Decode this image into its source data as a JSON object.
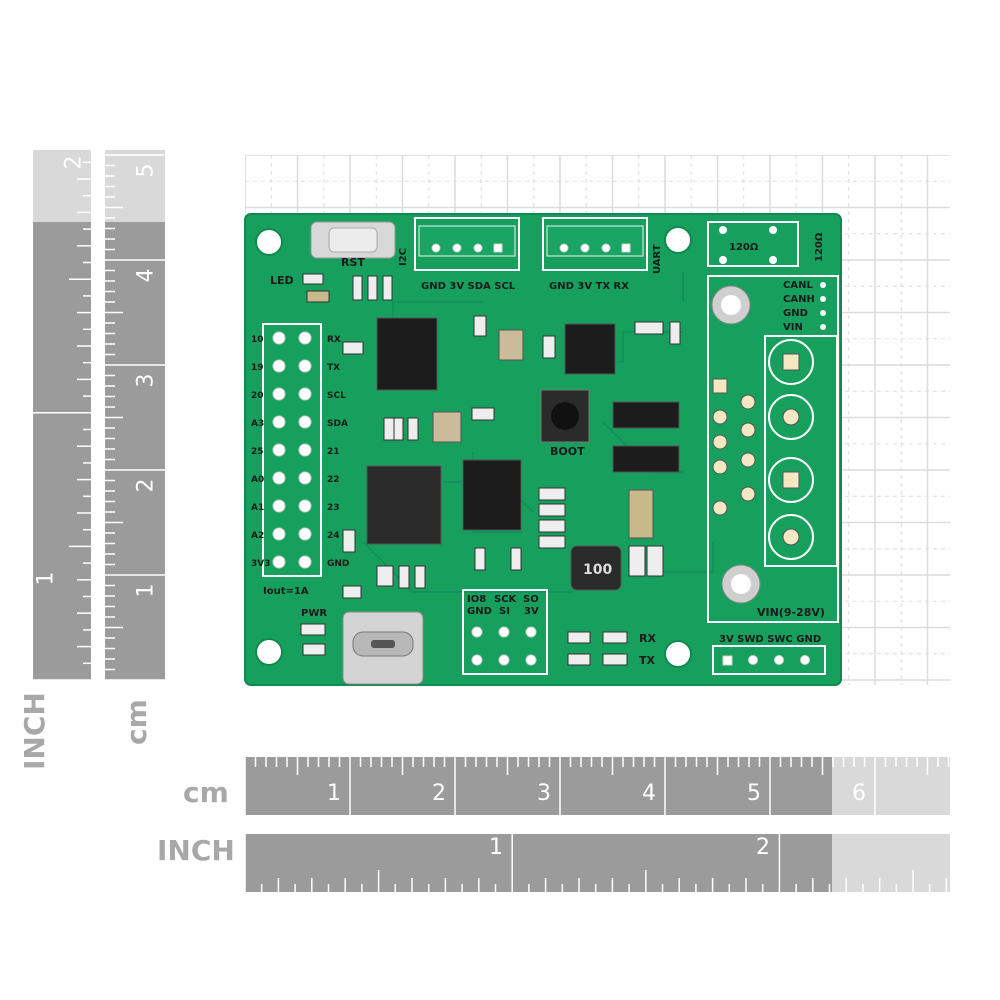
{
  "rulers": {
    "vertical_inch": {
      "label": "INCH",
      "numbers": [
        "1",
        "2"
      ]
    },
    "vertical_cm": {
      "label": "cm",
      "numbers": [
        "1",
        "2",
        "3",
        "4",
        "5"
      ]
    },
    "horizontal_cm": {
      "label": "cm",
      "numbers": [
        "1",
        "2",
        "3",
        "4",
        "5",
        "6"
      ]
    },
    "horizontal_inch": {
      "label": "INCH",
      "numbers": [
        "1",
        "2"
      ]
    }
  },
  "board": {
    "color": "#17a05d",
    "top_left": {
      "rst": "RST",
      "led": "LED"
    },
    "i2c": {
      "header": "I2C",
      "pins": "GND 3V SDA SCL"
    },
    "uart": {
      "header": "UART",
      "pins": "GND 3V TX RX"
    },
    "terminator": "120Ω",
    "can_pins": [
      "CANL",
      "CANH",
      "GND",
      "VIN"
    ],
    "left_header_left": [
      "10",
      "19",
      "20",
      "A3",
      "25",
      "A0",
      "A1",
      "A2",
      "3V3"
    ],
    "left_header_right": [
      "RX",
      "TX",
      "SCL",
      "SDA",
      "21",
      "22",
      "23",
      "24",
      "GND"
    ],
    "iout": "Iout=1A",
    "boot": "BOOT",
    "inductor": "100",
    "vin_range": "VIN(9-28V)",
    "pwr": "PWR",
    "spi_top": [
      "IO8",
      "SCK",
      "SO"
    ],
    "spi_bottom": [
      "GND",
      "SI",
      "3V"
    ],
    "rx": "RX",
    "tx": "TX",
    "swd": "3V SWD SWC GND"
  }
}
